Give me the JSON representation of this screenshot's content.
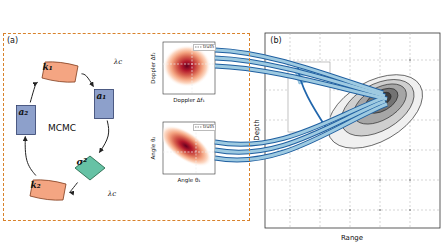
{
  "diagram": {
    "nodes": [
      {
        "text": [
          "(a)"
        ]
      },
      {
        "text": [
          "k₁"
        ],
        "in": 0
      },
      {
        "text": [
          "a₁"
        ],
        "in": 0
      },
      {
        "text": [
          "σ²"
        ],
        "in": 0
      },
      {
        "text": [
          "k₂"
        ],
        "in": 0
      },
      {
        "text": [
          "a₂"
        ],
        "in": 0
      }
    ],
    "edges": [
      {
        "from": 1,
        "to": 2,
        "arrow": "to"
      },
      {
        "from": 2,
        "to": 3,
        "arrow": "to"
      },
      {
        "from": 3,
        "to": 4,
        "arrow": "to"
      },
      {
        "from": 4,
        "to": 5,
        "arrow": "to"
      },
      {
        "from": 5,
        "to": 1,
        "arrow": "to"
      }
    ],
    "labels": [
      "MCMC",
      "λc",
      "λc",
      "Doppler Δf₂",
      "Doppler Δf₁",
      "Angle θ₂",
      "Angle θ₁",
      "(b)",
      "Depth",
      "Range"
    ],
    "legend": [
      {
        "text": "truth"
      },
      {
        "text": "truth"
      }
    ]
  }
}
